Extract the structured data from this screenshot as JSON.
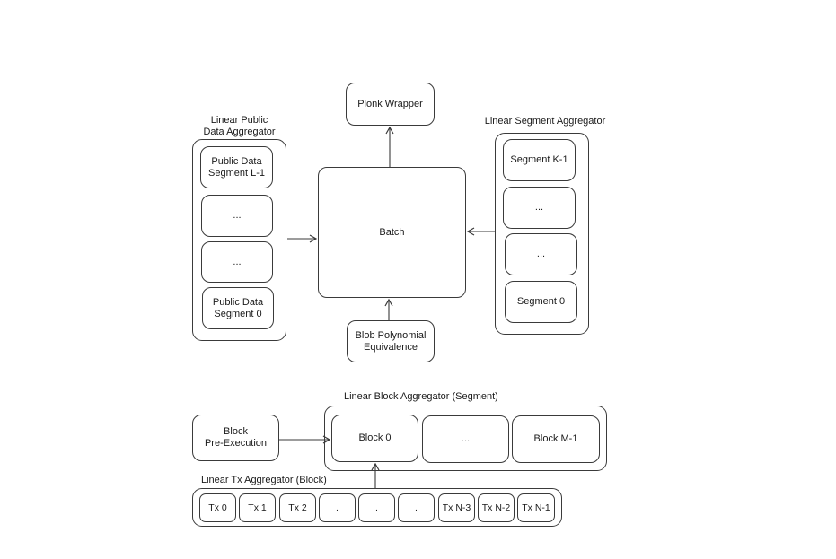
{
  "nodes": {
    "plonk_wrapper": "Plonk Wrapper",
    "batch": "Batch",
    "blob_poly": "Blob Polynomial\nEquivalence",
    "block_pre_exec": "Block\nPre-Execution"
  },
  "public_data_aggregator": {
    "title": "Linear Public\nData Aggregator",
    "items": [
      "Public Data\nSegment L-1",
      "...",
      "...",
      "Public Data\nSegment 0"
    ]
  },
  "segment_aggregator": {
    "title": "Linear Segment Aggregator",
    "items": [
      "Segment K-1",
      "...",
      "...",
      "Segment 0"
    ]
  },
  "block_aggregator": {
    "title": "Linear Block Aggregator (Segment)",
    "items": [
      "Block 0",
      "...",
      "Block M-1"
    ]
  },
  "tx_aggregator": {
    "title": "Linear Tx Aggregator (Block)",
    "items": [
      "Tx 0",
      "Tx 1",
      "Tx 2",
      ".",
      ".",
      ".",
      "Tx N-3",
      "Tx N-2",
      "Tx N-1"
    ]
  }
}
